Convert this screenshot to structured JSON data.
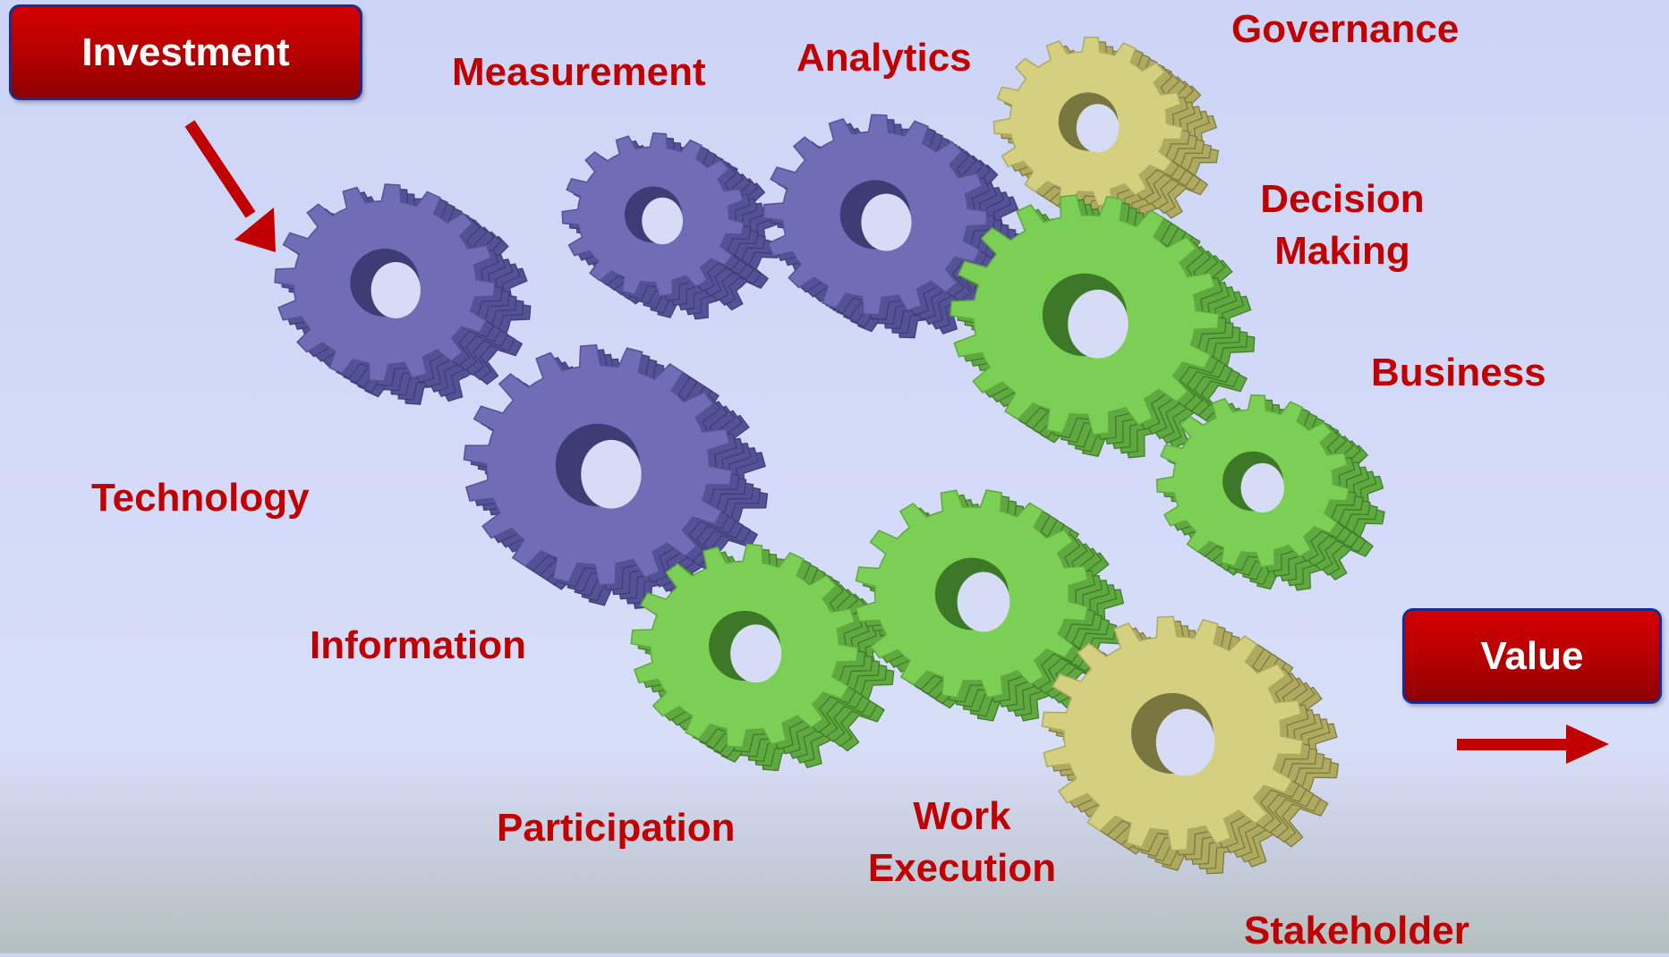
{
  "buttons": {
    "investment": "Investment",
    "value": "Value"
  },
  "labels": {
    "measurement": "Measurement",
    "analytics": "Analytics",
    "governance": "Governance",
    "decision_making": [
      "Decision",
      "Making"
    ],
    "business": "Business",
    "technology": "Technology",
    "information": "Information",
    "participation": "Participation",
    "work_execution": [
      "Work",
      "Execution"
    ],
    "stakeholder": "Stakeholder"
  },
  "gears": [
    {
      "id": "technology",
      "color": "purple"
    },
    {
      "id": "measurement",
      "color": "purple"
    },
    {
      "id": "analytics",
      "color": "purple"
    },
    {
      "id": "information",
      "color": "purple"
    },
    {
      "id": "governance",
      "color": "yellow"
    },
    {
      "id": "decision-making",
      "color": "green"
    },
    {
      "id": "business",
      "color": "green"
    },
    {
      "id": "participation",
      "color": "green"
    },
    {
      "id": "work-execution",
      "color": "green"
    },
    {
      "id": "stakeholder",
      "color": "yellow"
    }
  ],
  "colors": {
    "label_red": "#c00000",
    "arrow_red": "#c00000",
    "box_border": "#1a2c8c",
    "purple": {
      "face": "#6f6db5",
      "side": "#545296",
      "dark": "#3e3c74"
    },
    "green": {
      "face": "#7ccf55",
      "side": "#5fa940",
      "dark": "#3d7828"
    },
    "yellow": {
      "face": "#d4d080",
      "side": "#aeaa60",
      "dark": "#7a7640"
    }
  }
}
